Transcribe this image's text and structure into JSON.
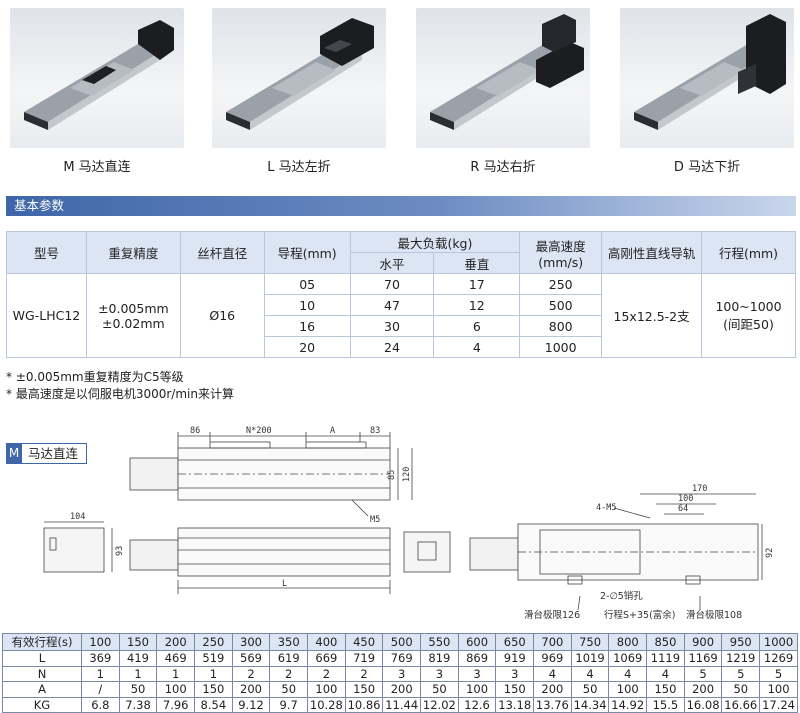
{
  "gallery": [
    {
      "caption": "M 马达直连",
      "variant": "M"
    },
    {
      "caption": "L 马达左折",
      "variant": "L"
    },
    {
      "caption": "R 马达右折",
      "variant": "R"
    },
    {
      "caption": "D 马达下折",
      "variant": "D"
    }
  ],
  "section": {
    "title": "基本参数"
  },
  "params_table": {
    "headers": {
      "model": "型号",
      "repeat": "重复精度",
      "screw": "丝杆直径",
      "lead": "导程(mm)",
      "load": "最大负载(kg)",
      "load_h": "水平",
      "load_v": "垂直",
      "speed": "最高速度\n(mm/s)",
      "rail": "高刚性直线导轨",
      "stroke": "行程(mm)"
    },
    "model": "WG-LHC12",
    "repeat_line1": "±0.005mm",
    "repeat_line2": "±0.02mm",
    "screw": "Ø16",
    "rail": "15x12.5-2支",
    "stroke_line1": "100~1000",
    "stroke_line2": "(间距50)",
    "rows": [
      {
        "lead": "05",
        "horizontal": "70",
        "vertical": "17",
        "speed": "250"
      },
      {
        "lead": "10",
        "horizontal": "47",
        "vertical": "12",
        "speed": "500"
      },
      {
        "lead": "16",
        "horizontal": "30",
        "vertical": "6",
        "speed": "800"
      },
      {
        "lead": "20",
        "horizontal": "24",
        "vertical": "4",
        "speed": "1000"
      }
    ]
  },
  "notes": [
    "* ±0.005mm重复精度为C5等级",
    "* 最高速度是以伺服电机3000r/min来计算"
  ],
  "drawing": {
    "tag_letter": "M",
    "tag_text": "马达直连",
    "dims": {
      "d86": "86",
      "n200": "N*200",
      "a": "A",
      "d83": "83",
      "d85": "85",
      "d120": "120",
      "m5": "M5",
      "d104": "104",
      "d93": "93",
      "l": "L",
      "d170": "170",
      "d100": "100",
      "d64": "64",
      "m5x4": "4-M5",
      "d92": "92",
      "pin": "2-∅5销孔",
      "limit_left": "滑台极限126",
      "stroke_margin": "行程S+35(富余)",
      "limit_right": "滑台极限108"
    }
  },
  "spec_table": {
    "labels": [
      "有效行程(s)",
      "L",
      "N",
      "A",
      "KG"
    ],
    "stroke": [
      "100",
      "150",
      "200",
      "250",
      "300",
      "350",
      "400",
      "450",
      "500",
      "550",
      "600",
      "650",
      "700",
      "750",
      "800",
      "850",
      "900",
      "950",
      "1000"
    ],
    "L": [
      "369",
      "419",
      "469",
      "519",
      "569",
      "619",
      "669",
      "719",
      "769",
      "819",
      "869",
      "919",
      "969",
      "1019",
      "1069",
      "1119",
      "1169",
      "1219",
      "1269"
    ],
    "N": [
      "1",
      "1",
      "1",
      "1",
      "2",
      "2",
      "2",
      "2",
      "3",
      "3",
      "3",
      "3",
      "4",
      "4",
      "4",
      "4",
      "5",
      "5",
      "5"
    ],
    "A": [
      "/",
      "50",
      "100",
      "150",
      "200",
      "50",
      "100",
      "150",
      "200",
      "50",
      "100",
      "150",
      "200",
      "50",
      "100",
      "150",
      "200",
      "50",
      "100"
    ],
    "KG": [
      "6.8",
      "7.38",
      "7.96",
      "8.54",
      "9.12",
      "9.7",
      "10.28",
      "10.86",
      "11.44",
      "12.02",
      "12.6",
      "13.18",
      "13.76",
      "14.34",
      "14.92",
      "15.5",
      "16.08",
      "16.66",
      "17.24"
    ]
  },
  "colors": {
    "accent": "#3e66a8",
    "header_bg": "#dbe5f3",
    "grid": "#b9c6dc"
  }
}
